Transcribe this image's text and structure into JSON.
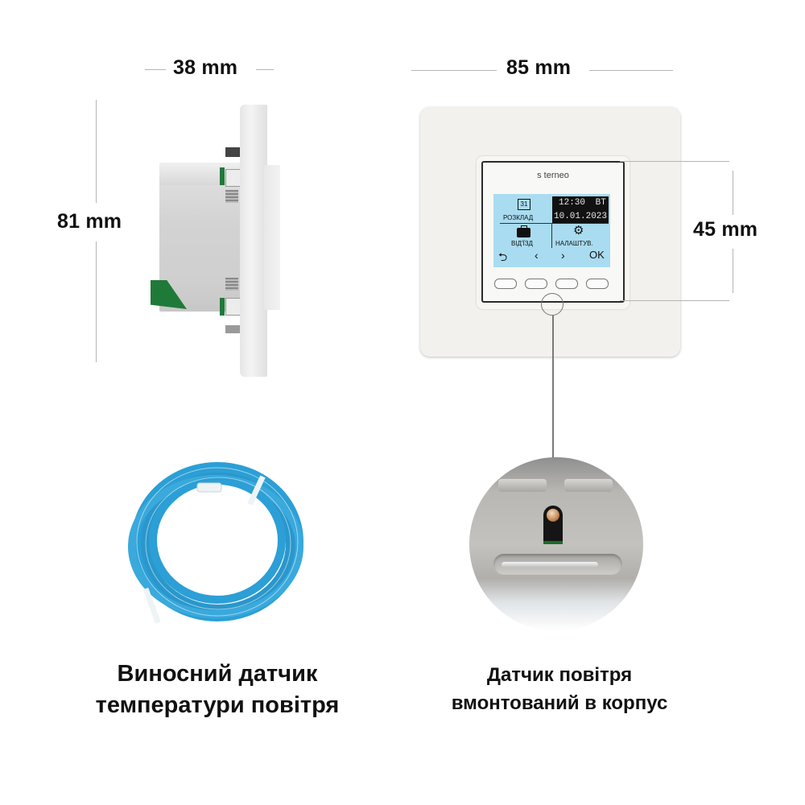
{
  "dimensions": {
    "side_width": "38 mm",
    "front_width": "85 mm",
    "height": "81 mm",
    "screen_height": "45 mm"
  },
  "device": {
    "brand": "terneo",
    "screen": {
      "schedule_label": "РОЗКЛАД",
      "schedule_icon_day": "31",
      "time": "12:30",
      "weekday": "ВТ",
      "date": "10.01.2023",
      "away_label": "ВІД'ЇЗД",
      "settings_label": "НАЛАШТУВ.",
      "nav": {
        "back": "⮌",
        "left": "‹",
        "right": "›",
        "ok": "OK"
      }
    },
    "buttons_count": 4
  },
  "captions": {
    "remote_sensor": [
      "Виносний датчик",
      "температури повітря"
    ],
    "built_in_sensor": [
      "Датчик повітря",
      "вмонтований в корпус"
    ]
  },
  "colors": {
    "screen_bg": "#a9dcf0",
    "cable_blue": "#2b9fd6",
    "clip_green": "#1f7a3a"
  }
}
